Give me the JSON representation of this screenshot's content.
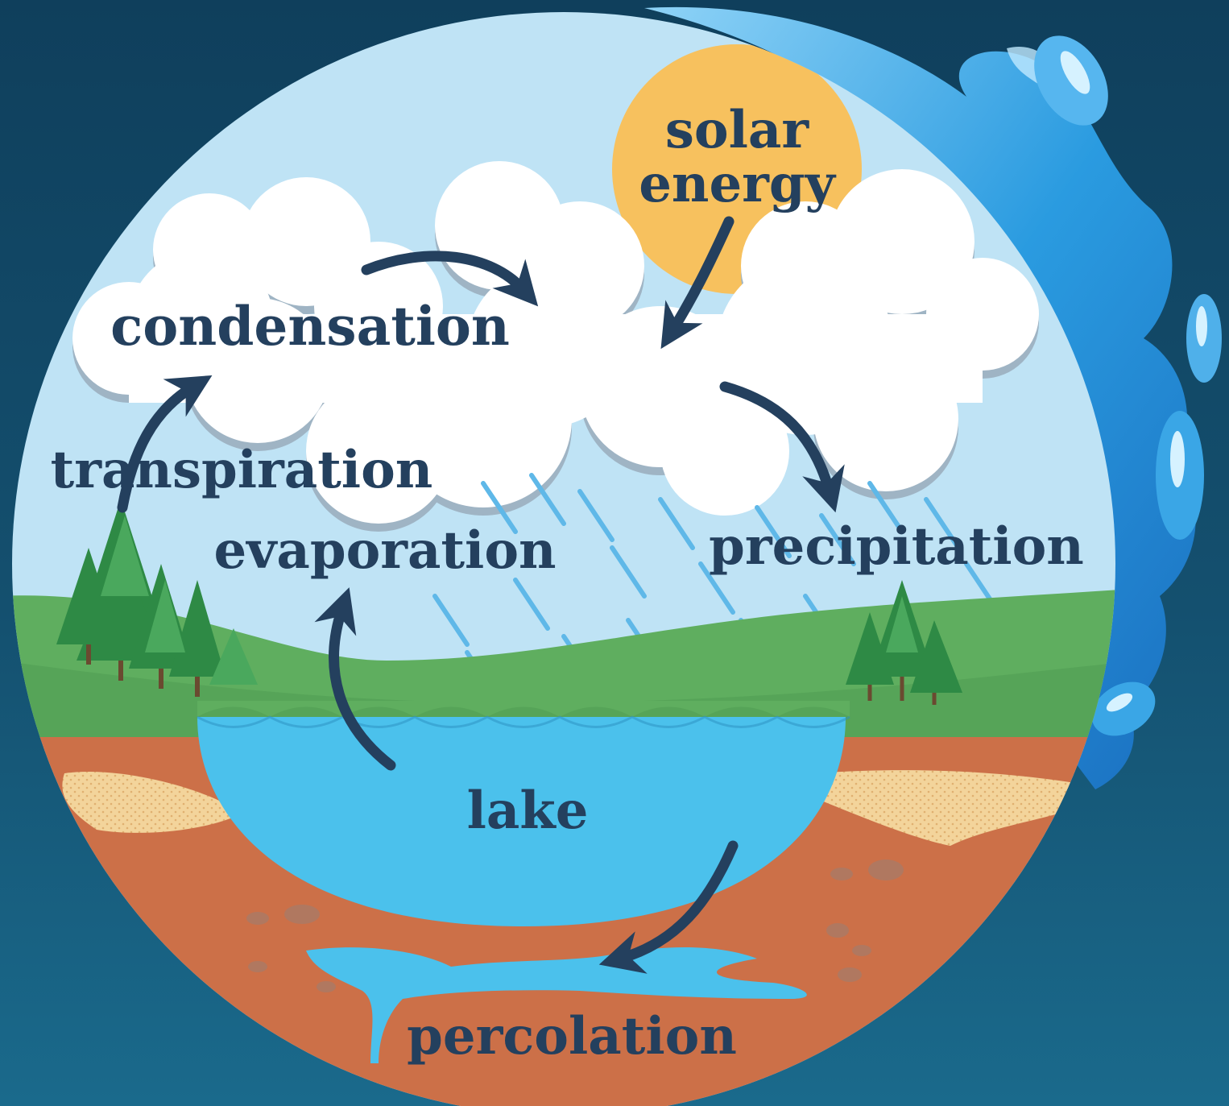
{
  "diagram": {
    "labels": {
      "solar_energy_line1": "solar",
      "solar_energy_line2": "energy",
      "condensation": "condensation",
      "transpiration": "transpiration",
      "evaporation": "evaporation",
      "precipitation": "precipitation",
      "lake": "lake",
      "percolation": "percolation"
    },
    "colors": {
      "background": "#0f3f5c",
      "sky": "#bfe3f5",
      "cloud": "#ffffff",
      "sun": "#f7c15e",
      "grass": "#5fae5f",
      "soil": "#cc7048",
      "lake": "#4bc1ec",
      "sand": "#f3d49b",
      "arrow": "#24405e",
      "text": "#24405e",
      "splash": "#2a8fd8"
    }
  }
}
